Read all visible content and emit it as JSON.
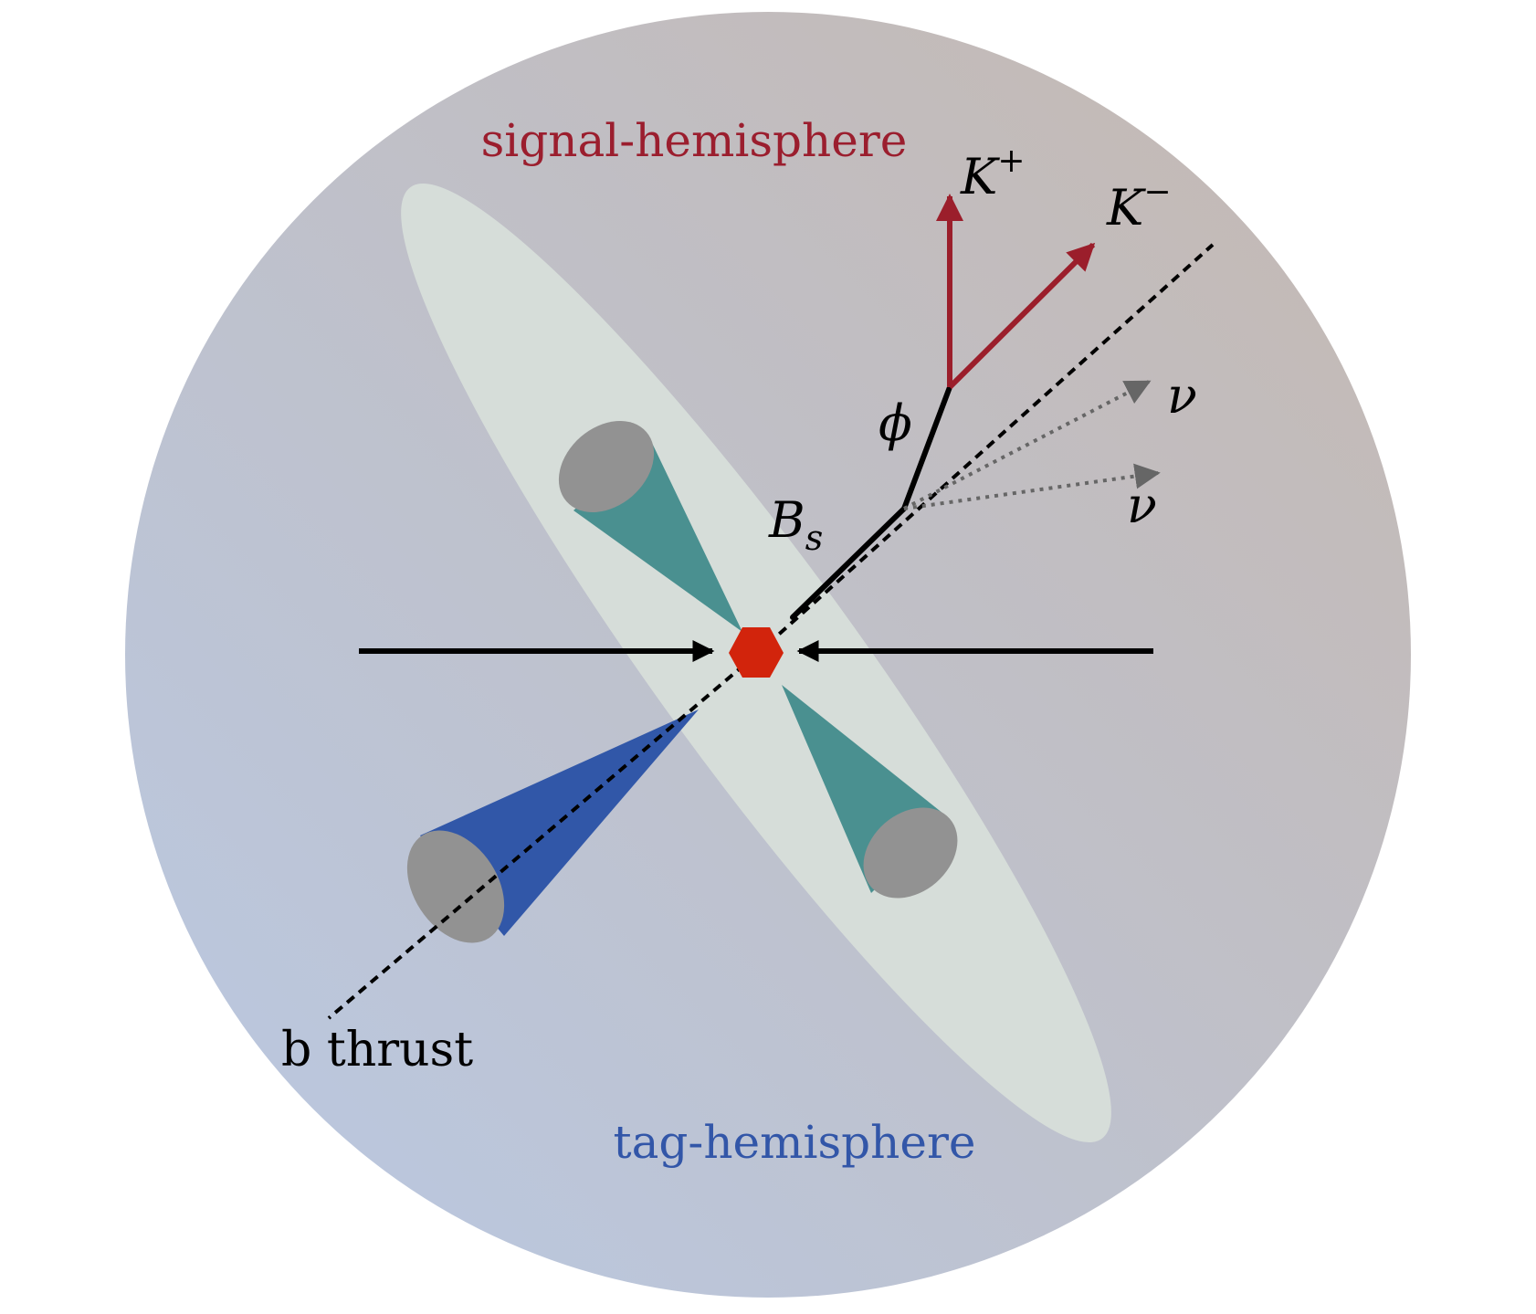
{
  "labels": {
    "signal_hemisphere": "signal-hemisphere",
    "tag_hemisphere": "tag-hemisphere",
    "k_plus_base": "K",
    "k_plus_sup": "+",
    "k_minus_base": "K",
    "k_minus_sup": "−",
    "phi": "ϕ",
    "nu_upper": "ν",
    "nu_lower": "ν",
    "bs_base": "B",
    "bs_sub": "s",
    "b_thrust": "b thrust"
  },
  "colors": {
    "signal_text": "#9b1e2e",
    "tag_text": "#3256a8",
    "kaon_arrow": "#9b1e2b",
    "neutrino_arrow": "#666666",
    "teal_jet": "#4a9090",
    "blue_jet": "#3157a8",
    "jet_cap": "#929292",
    "beam_spot": "#d2240c",
    "ellipse": "#d6ddd9",
    "sphere_gradient": [
      "#b9c9e4",
      "#c5b8b0"
    ]
  }
}
